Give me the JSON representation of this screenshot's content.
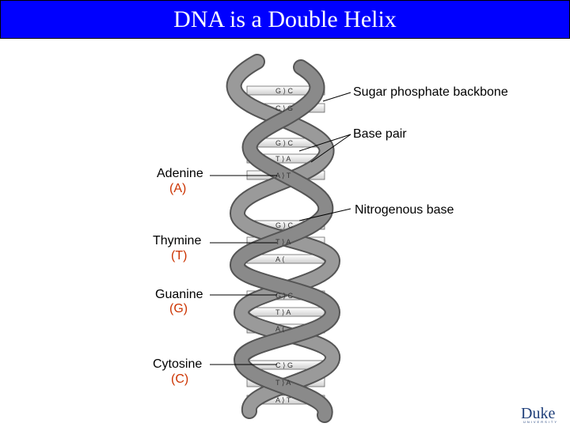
{
  "title": "DNA is a Double Helix",
  "colors": {
    "title_bg": "#0000ff",
    "title_text": "#ffffff",
    "abbr_text": "#cc3300",
    "backbone": "#8a8a8a"
  },
  "callouts": {
    "backbone": "Sugar phosphate backbone",
    "base_pair": "Base pair",
    "nitrogenous_base": "Nitrogenous base"
  },
  "bases": [
    {
      "name": "Adenine",
      "abbr": "(A)"
    },
    {
      "name": "Thymine",
      "abbr": "(T)"
    },
    {
      "name": "Guanine",
      "abbr": "(G)"
    },
    {
      "name": "Cytosine",
      "abbr": "(C)"
    }
  ],
  "pair_labels": [
    {
      "left": "G",
      "right": "C"
    },
    {
      "left": "C",
      "right": "G"
    },
    {
      "left": "G",
      "right": "C"
    },
    {
      "left": "T",
      "right": "A"
    },
    {
      "left": "A",
      "right": "T"
    },
    {
      "left": "G",
      "right": "C"
    },
    {
      "left": "T",
      "right": "A"
    },
    {
      "left": "A",
      "right": ""
    },
    {
      "left": "G",
      "right": "C"
    },
    {
      "left": "T",
      "right": "A"
    },
    {
      "left": "A",
      "right": ""
    },
    {
      "left": "C",
      "right": "G"
    },
    {
      "left": "T",
      "right": "A"
    },
    {
      "left": "A",
      "right": "T"
    }
  ],
  "logo": {
    "name": "Duke",
    "sub": "UNIVERSITY"
  }
}
